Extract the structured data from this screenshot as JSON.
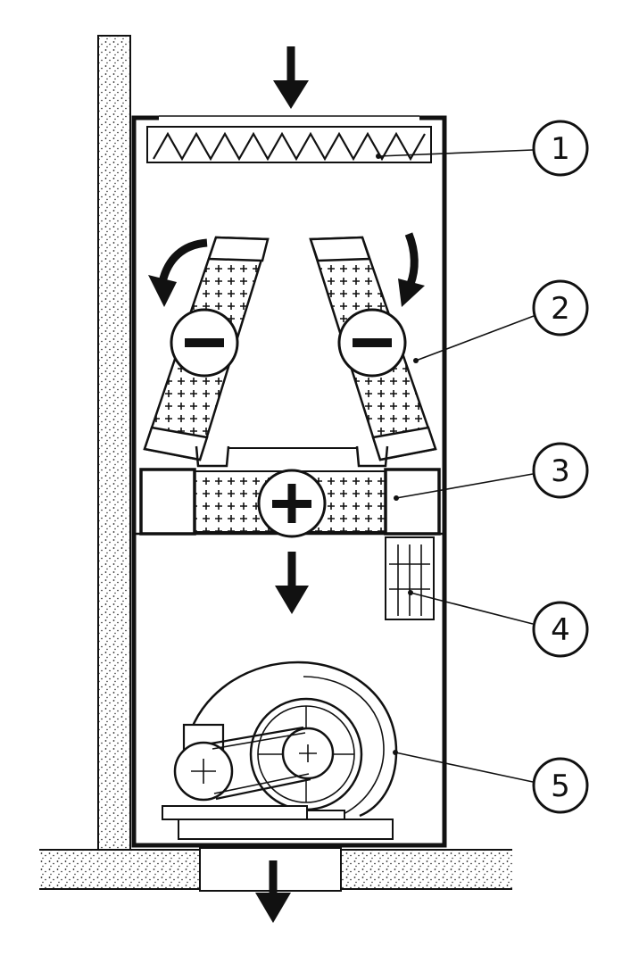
{
  "diagram": {
    "callouts": [
      {
        "label": "1",
        "component": "filter"
      },
      {
        "label": "2",
        "component": "cooling-coil"
      },
      {
        "label": "3",
        "component": "heating-coil"
      },
      {
        "label": "4",
        "component": "humidifier"
      },
      {
        "label": "5",
        "component": "centrifugal-fan"
      }
    ],
    "colors": {
      "ink": "#111111",
      "background": "#ffffff",
      "stipple": "#222222"
    },
    "symbols": {
      "cooling": "minus-sign",
      "heating": "plus-sign",
      "airflow": "arrow-down"
    }
  }
}
